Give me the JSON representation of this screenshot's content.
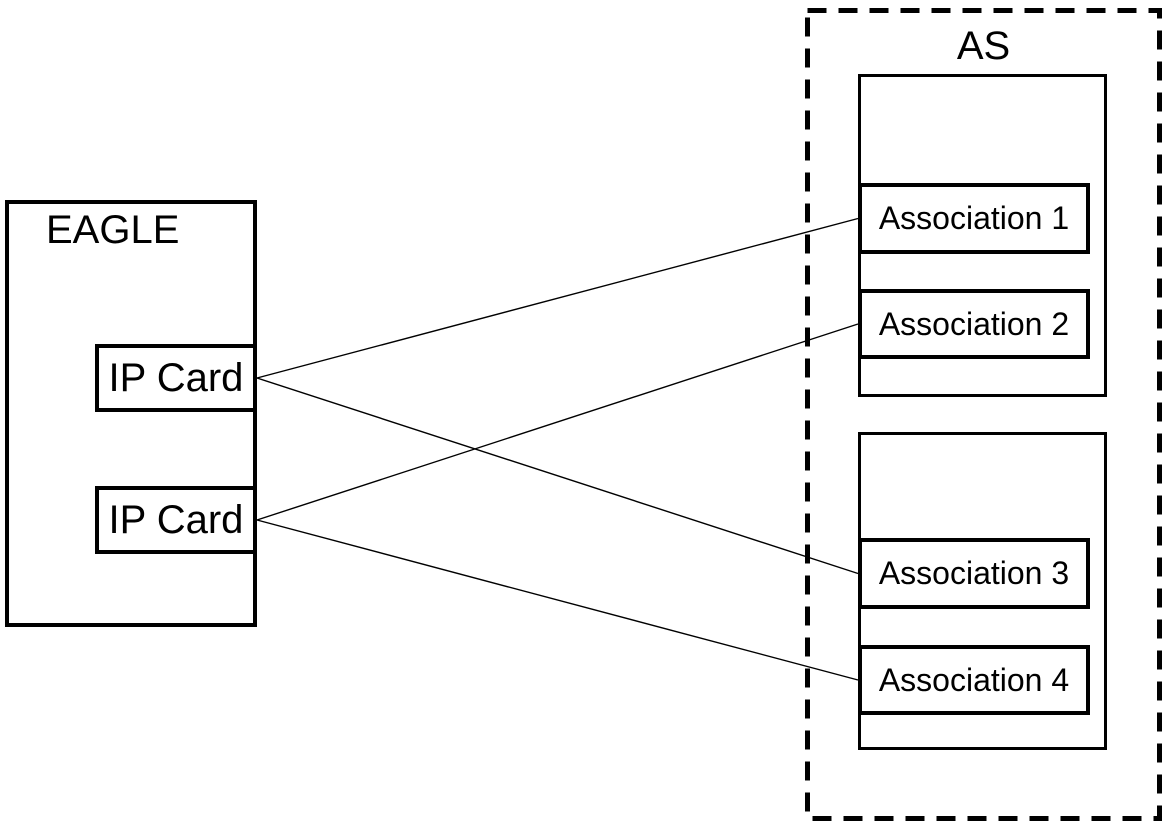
{
  "colors": {
    "background": "#ffffff",
    "line": "#000000",
    "border": "#000000",
    "text": "#000000"
  },
  "eagle": {
    "label": "EAGLE",
    "cards": [
      {
        "id": "ip-card-1",
        "label": "IP Card"
      },
      {
        "id": "ip-card-2",
        "label": "IP Card"
      }
    ]
  },
  "as_group": {
    "label": "AS",
    "servers": [
      {
        "id": "server-box-1",
        "associations": [
          {
            "id": "association-1",
            "label": "Association 1"
          },
          {
            "id": "association-2",
            "label": "Association 2"
          }
        ]
      },
      {
        "id": "server-box-2",
        "associations": [
          {
            "id": "association-3",
            "label": "Association 3"
          },
          {
            "id": "association-4",
            "label": "Association 4"
          }
        ]
      }
    ]
  },
  "connections": [
    {
      "from": "ip-card-1",
      "to": "association-1"
    },
    {
      "from": "ip-card-1",
      "to": "association-3"
    },
    {
      "from": "ip-card-2",
      "to": "association-2"
    },
    {
      "from": "ip-card-2",
      "to": "association-4"
    }
  ]
}
